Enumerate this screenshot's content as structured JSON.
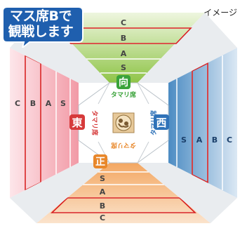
{
  "badge": {
    "line1": "マス席Bで",
    "line2": "観戦します"
  },
  "image_note": "イメージ",
  "north": {
    "rows": [
      "C",
      "B",
      "A",
      "S"
    ],
    "direction": "向",
    "tamari": "タマリ席"
  },
  "south": {
    "rows": [
      "S",
      "A",
      "B",
      "C"
    ],
    "direction": "正",
    "tamari": "タマリ席"
  },
  "east": {
    "rows": [
      "C",
      "B",
      "A",
      "S"
    ],
    "direction": "東",
    "tamari": "タマリ席"
  },
  "west": {
    "rows": [
      "S",
      "A",
      "B",
      "C"
    ],
    "direction": "西",
    "tamari": "タマリ席"
  },
  "colors": {
    "north_green": "#8dc43f",
    "south_orange": "#f0a15a",
    "east_pink": "#f2a3ad",
    "west_blue": "#4f8fc4",
    "direction_green": "#3aa33a",
    "direction_red": "#d63a3a",
    "direction_blue": "#2f72b8",
    "direction_orange": "#e8872a",
    "badge_blue": "#1f5fae",
    "highlight_red": "#d81e1e"
  },
  "icons": [
    "sumo-ring-icon"
  ]
}
